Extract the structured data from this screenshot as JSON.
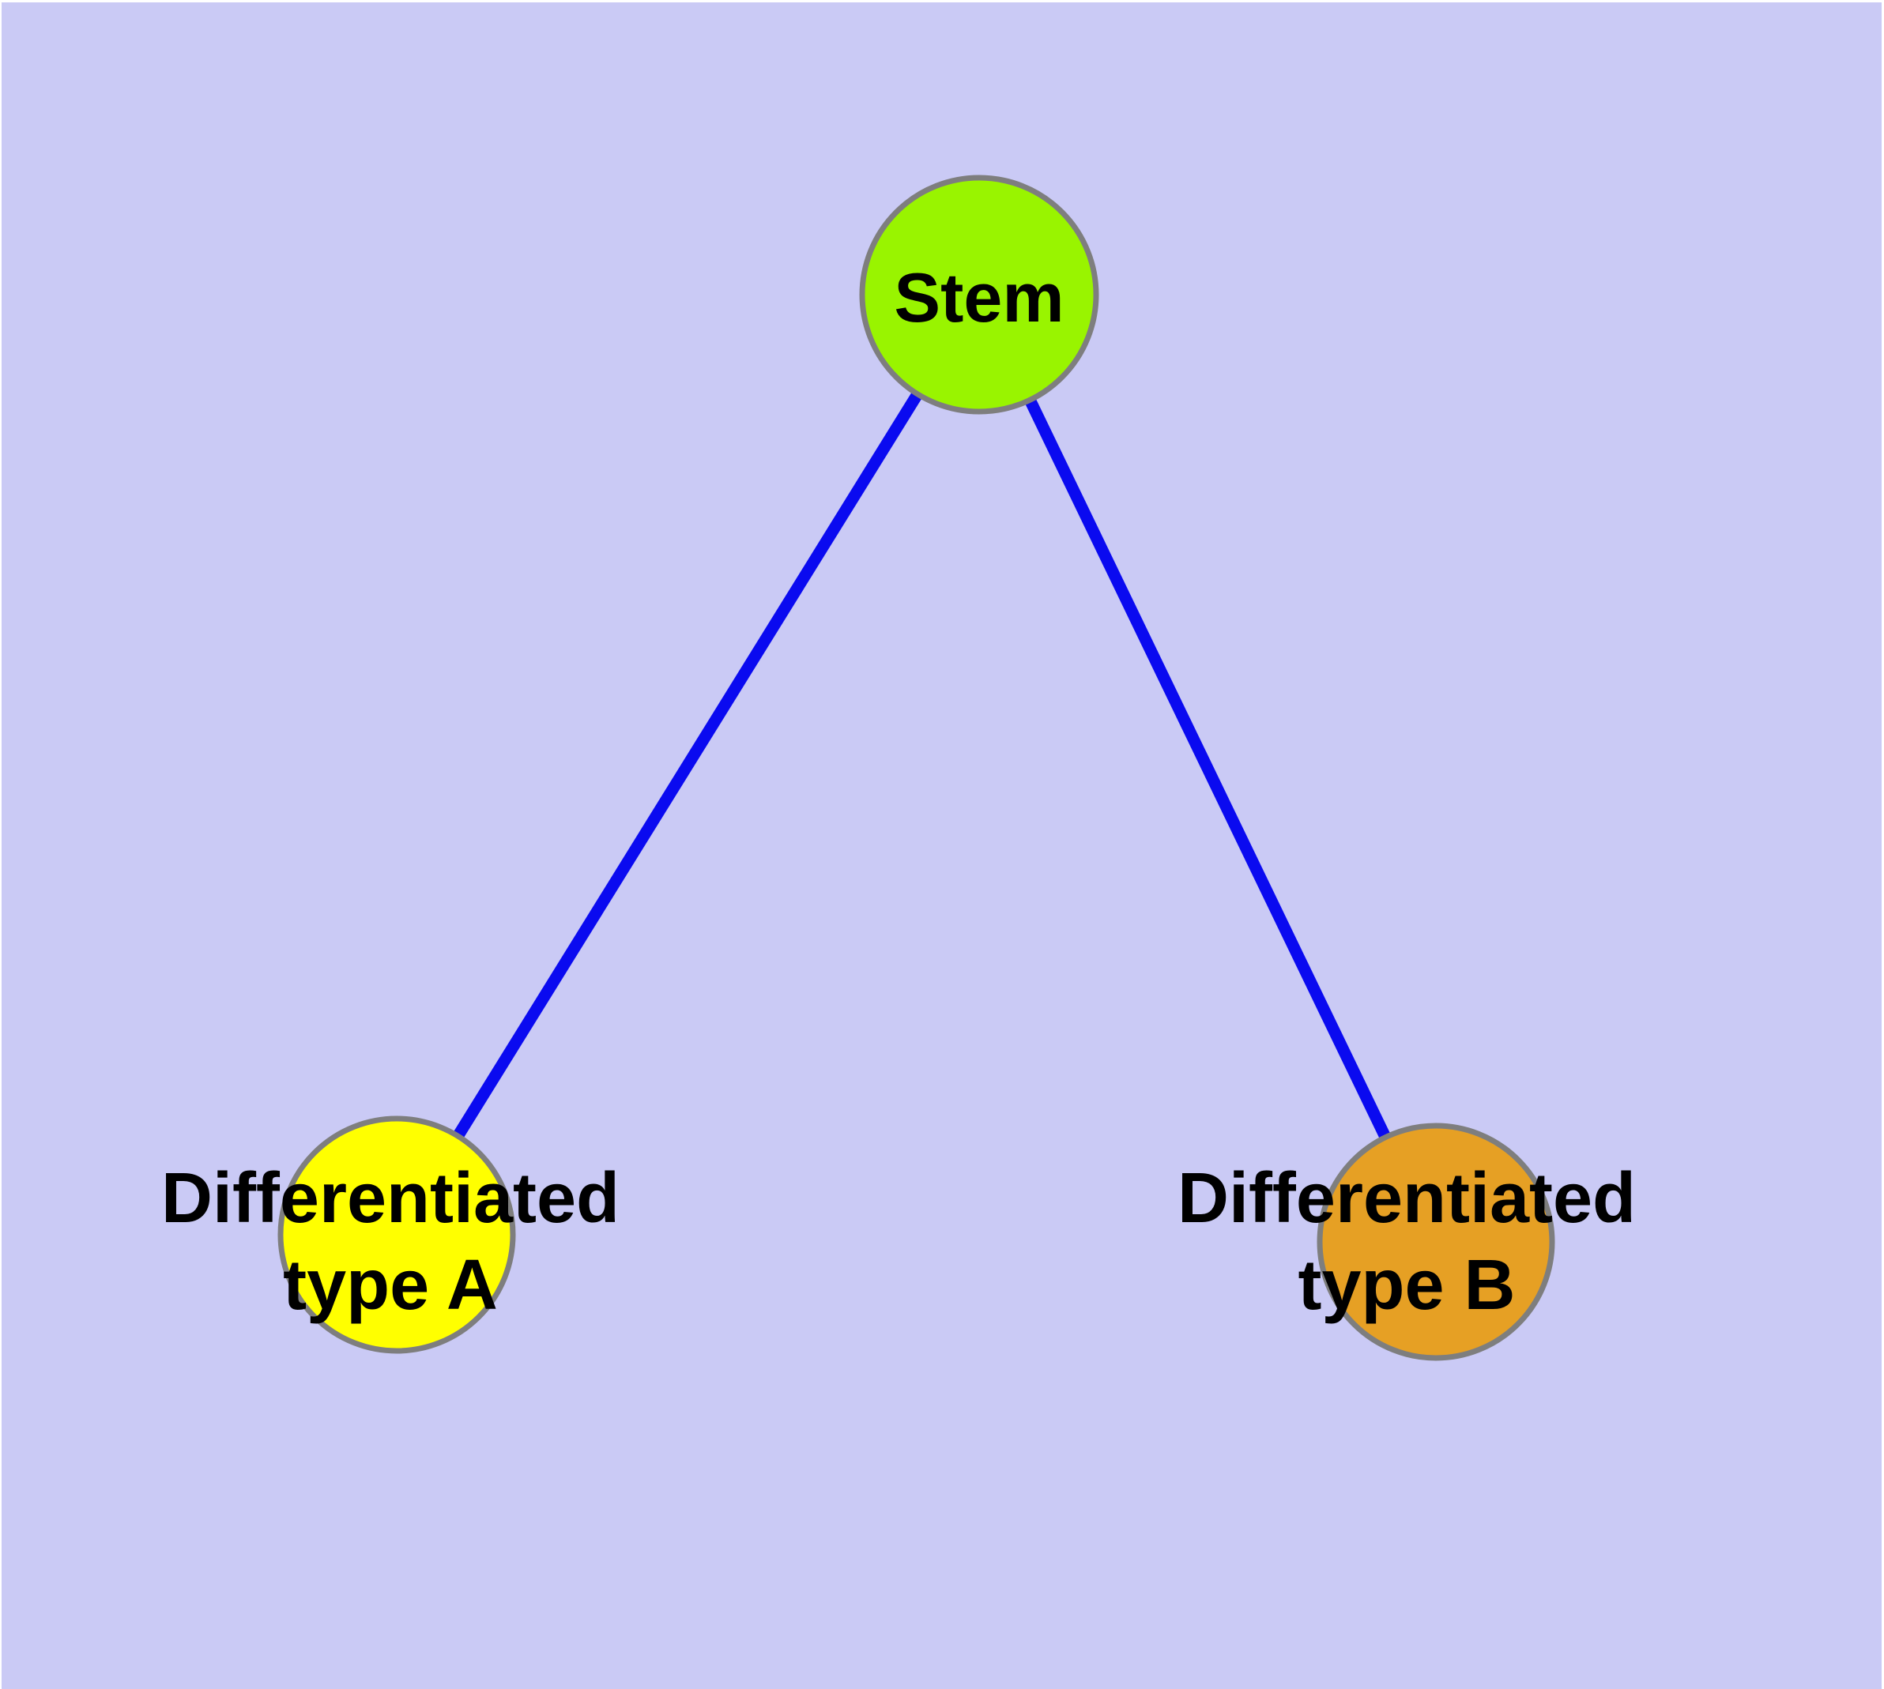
{
  "diagram": {
    "title": "",
    "background_color": "#CACAF5",
    "frame_color": "#FFFFFF",
    "edge_color": "#0A0AF0",
    "node_border_color": "#7E7E7E",
    "label_color": "#000000",
    "nodes": [
      {
        "id": "stem",
        "label": "Stem",
        "label_lines": [
          "Stem"
        ],
        "color": "#99F400"
      },
      {
        "id": "differentiated-type-a",
        "label": "Differentiated type A",
        "label_lines": [
          "Differentiated",
          "type A"
        ],
        "color": "#FFFF00"
      },
      {
        "id": "differentiated-type-b",
        "label": "Differentiated type B",
        "label_lines": [
          "Differentiated",
          "type B"
        ],
        "color": "#E6A024"
      }
    ],
    "edges": [
      {
        "from": "Stem",
        "to": "Differentiated type A"
      },
      {
        "from": "Stem",
        "to": "Differentiated type B"
      }
    ]
  }
}
